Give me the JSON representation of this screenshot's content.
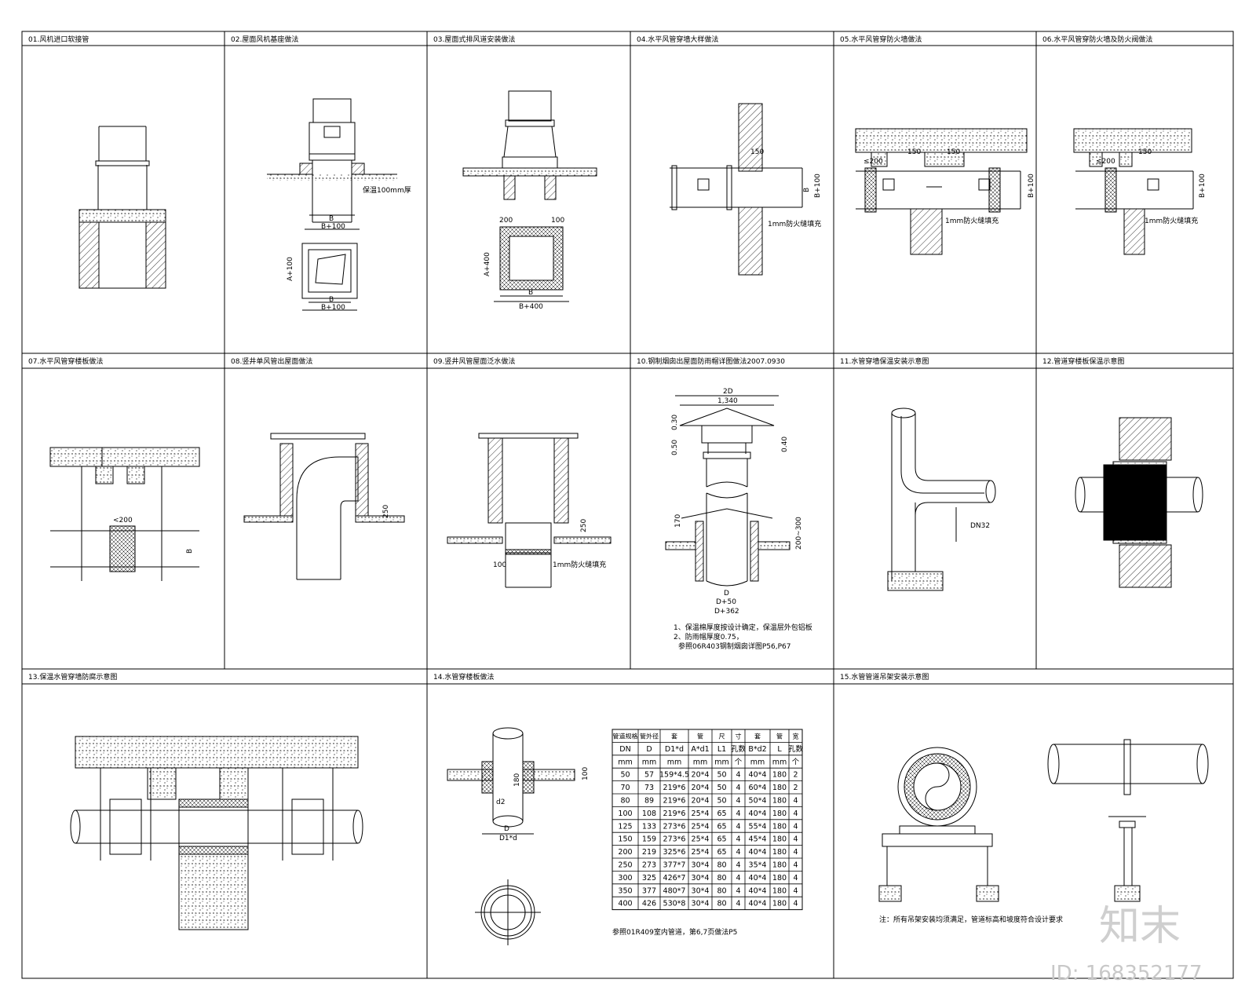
{
  "sheet": {
    "titles": [
      "01.风机进口软接管",
      "02.屋面风机基座做法",
      "03.屋面式排风道安装做法",
      "04.水平风管穿墙大样做法",
      "05.水平风管穿防火墙做法",
      "06.水平风管穿防火墙及防火阀做法",
      "07.水平风管穿楼板做法",
      "08.竖井单风管出屋面做法",
      "09.竖井风管屋面泛水做法",
      "10.钢制烟囱出屋面防雨帽详图做法2007.0930",
      "11.水管穿墙保温安装示意图",
      "12.管道穿楼板保温示意图",
      "13.保温水管穿墙防腐示意图",
      "14.水管穿楼板做法",
      "15.水管管道吊架安装示意图"
    ]
  },
  "labels": {
    "b": "B",
    "b100": "B+100",
    "b400": "B+400",
    "a400": "A+400",
    "a100": "A+100",
    "d": "D",
    "d50": "D+50",
    "d362": "D+362",
    "d1": "D1*d",
    "d2": "d2",
    "dim_200": "200",
    "dim_100": "100",
    "dim_150": "150",
    "dim_250": "250",
    "dim_lt200": "<200",
    "dim_le200": "≤200",
    "dim_170": "170",
    "dim_180": "180",
    "dim_1340": "1,340",
    "dim_2d": "2D",
    "dim_050": "0.50",
    "dim_030": "0.30",
    "dim_040": "0.40",
    "dim_200_300": "200~300",
    "gap_1mm": "1mm防火缝填充",
    "gap_100mm": "保温100mm厚",
    "dn32": "DN32",
    "kw_hole": "100mm",
    "dn32_note": "DN32"
  },
  "notes": {
    "chimney_1": "1、保温棉厚度按设计确定，保温层外包铝板",
    "chimney_2": "2、防雨帽厚度0.75，",
    "chimney_3": "参照06R403钢制烟囱详图P56,P67",
    "sleeve_table_note": "参照01R409室内管道，第6,7页做法P5",
    "hanger_note": "注：所有吊架安装均须满足，管道标高和坡度符合设计要求"
  },
  "table": {
    "header": [
      "管道规格",
      "管外径",
      "套",
      "管",
      "尺",
      "寸",
      "套",
      "管",
      "宽"
    ],
    "subheader": [
      "DN",
      "D",
      "D1*d",
      "A*d1",
      "L1",
      "孔数",
      "B*d2",
      "L",
      "孔数"
    ],
    "units": [
      "mm",
      "mm",
      "mm",
      "mm",
      "mm",
      "个",
      "mm",
      "mm",
      "个"
    ],
    "rows": [
      [
        "50",
        "57",
        "159*4.5",
        "20*4",
        "50",
        "4",
        "40*4",
        "180",
        "2"
      ],
      [
        "70",
        "73",
        "219*6",
        "20*4",
        "50",
        "4",
        "60*4",
        "180",
        "2"
      ],
      [
        "80",
        "89",
        "219*6",
        "20*4",
        "50",
        "4",
        "50*4",
        "180",
        "4"
      ],
      [
        "100",
        "108",
        "219*6",
        "25*4",
        "65",
        "4",
        "40*4",
        "180",
        "4"
      ],
      [
        "125",
        "133",
        "273*6",
        "25*4",
        "65",
        "4",
        "55*4",
        "180",
        "4"
      ],
      [
        "150",
        "159",
        "273*6",
        "25*4",
        "65",
        "4",
        "45*4",
        "180",
        "4"
      ],
      [
        "200",
        "219",
        "325*6",
        "25*4",
        "65",
        "4",
        "40*4",
        "180",
        "4"
      ],
      [
        "250",
        "273",
        "377*7",
        "30*4",
        "80",
        "4",
        "35*4",
        "180",
        "4"
      ],
      [
        "300",
        "325",
        "426*7",
        "30*4",
        "80",
        "4",
        "40*4",
        "180",
        "4"
      ],
      [
        "350",
        "377",
        "480*7",
        "30*4",
        "80",
        "4",
        "40*4",
        "180",
        "4"
      ],
      [
        "400",
        "426",
        "530*8",
        "30*4",
        "80",
        "4",
        "40*4",
        "180",
        "4"
      ]
    ]
  },
  "watermark": {
    "brand": "知末",
    "id": "ID: 168352177"
  }
}
